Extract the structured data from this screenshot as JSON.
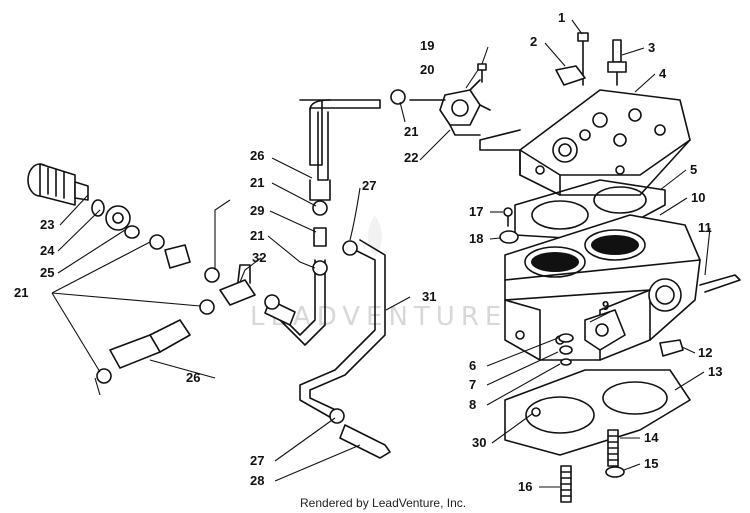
{
  "diagram": {
    "watermark": "LEADVENTURE",
    "footer": "Rendered by LeadVenture, Inc.",
    "callouts": [
      "1",
      "2",
      "3",
      "4",
      "5",
      "6",
      "7",
      "8",
      "9",
      "10",
      "11",
      "12",
      "13",
      "14",
      "15",
      "16",
      "17",
      "18",
      "19",
      "20",
      "21",
      "22",
      "23",
      "24",
      "25",
      "26",
      "27",
      "28",
      "29",
      "30",
      "31",
      "32"
    ]
  }
}
